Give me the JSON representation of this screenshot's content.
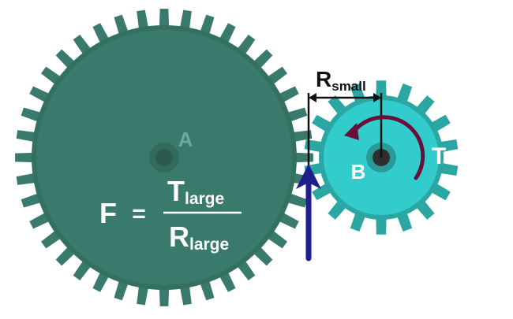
{
  "gear_large": {
    "label": "A",
    "teeth": 40,
    "color": "#3a7a6c",
    "tooth_color": "#3a7a6c",
    "rim_color": "#34705f",
    "label_color": "#6fa89a"
  },
  "gear_small": {
    "label": "B",
    "teeth": 18,
    "color": "#33cccc",
    "tooth_color": "#2aa7a3",
    "label_color": "#ffffff"
  },
  "hub_color": "#2e2e2e",
  "radius_label": {
    "main": "R",
    "sub": "small",
    "color": "#111111"
  },
  "torque_label": {
    "text": "T",
    "color": "#ffffff"
  },
  "torque_arrow_color": "#6a0f3a",
  "force_arrow_color": "#1e1e8c",
  "formula": {
    "lhs": "F",
    "equals": "=",
    "num_main": "T",
    "num_sub": "large",
    "den_main": "R",
    "den_sub": "large",
    "color": "#ffffff"
  }
}
